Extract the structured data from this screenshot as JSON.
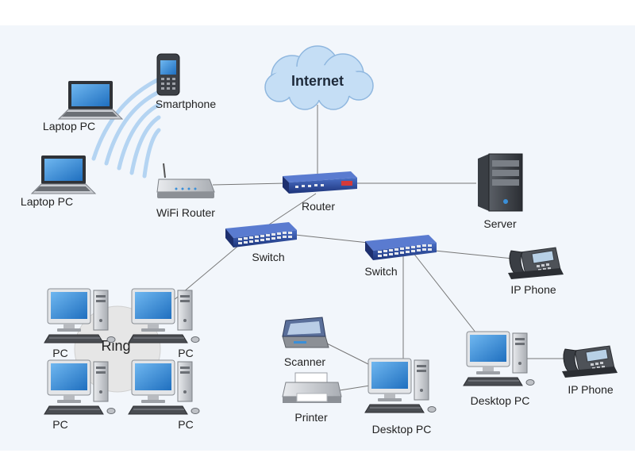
{
  "diagram": {
    "cloud_label": "Internet",
    "ring_label": "Ring",
    "labels": {
      "laptop_pc_1": "Laptop PC",
      "laptop_pc_2": "Laptop PC",
      "smartphone": "Smartphone",
      "wifi_router": "WiFi Router",
      "router": "Router",
      "server": "Server",
      "switch_left": "Switch",
      "switch_right": "Switch",
      "ip_phone_1": "IP Phone",
      "ip_phone_2": "IP Phone",
      "scanner": "Scanner",
      "printer": "Printer",
      "desktop_pc_1": "Desktop PC",
      "desktop_pc_2": "Desktop PC",
      "pc_1": "PC",
      "pc_2": "PC",
      "pc_3": "PC",
      "pc_4": "PC"
    }
  },
  "colors": {
    "background": "#f2f6fb",
    "cloud": "#c5def5",
    "device_blue": "#2c4a9a",
    "screen": "#3a8fd8",
    "case_gray": "#d4d7dc",
    "connector": "#777777",
    "ring": "#e6e6e6"
  }
}
